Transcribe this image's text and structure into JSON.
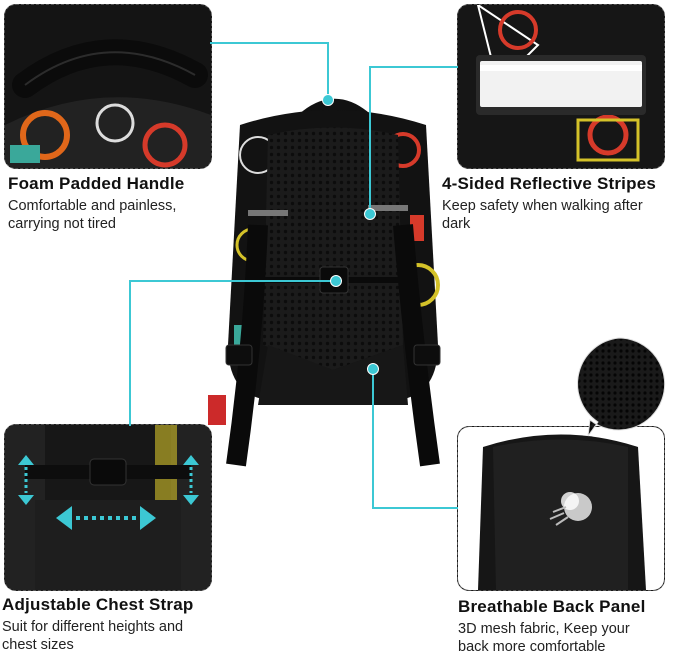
{
  "features": [
    {
      "title": "Foam Padded Handle",
      "desc_lines": [
        "Comfortable and painless,",
        "carrying not tired"
      ]
    },
    {
      "title": "4-Sided Reflective Stripes",
      "desc_lines": [
        "Keep safety when walking after",
        "dark"
      ]
    },
    {
      "title": "Adjustable Chest Strap",
      "desc_lines": [
        "Suit for different heights and",
        "chest sizes"
      ]
    },
    {
      "title": "Breathable Back Panel",
      "desc_lines": [
        "3D mesh fabric, Keep your",
        "back more comfortable"
      ]
    }
  ],
  "colors": {
    "accent": "#3cc8d4",
    "bag": "#111111",
    "mesh": "#1c1c1c"
  }
}
